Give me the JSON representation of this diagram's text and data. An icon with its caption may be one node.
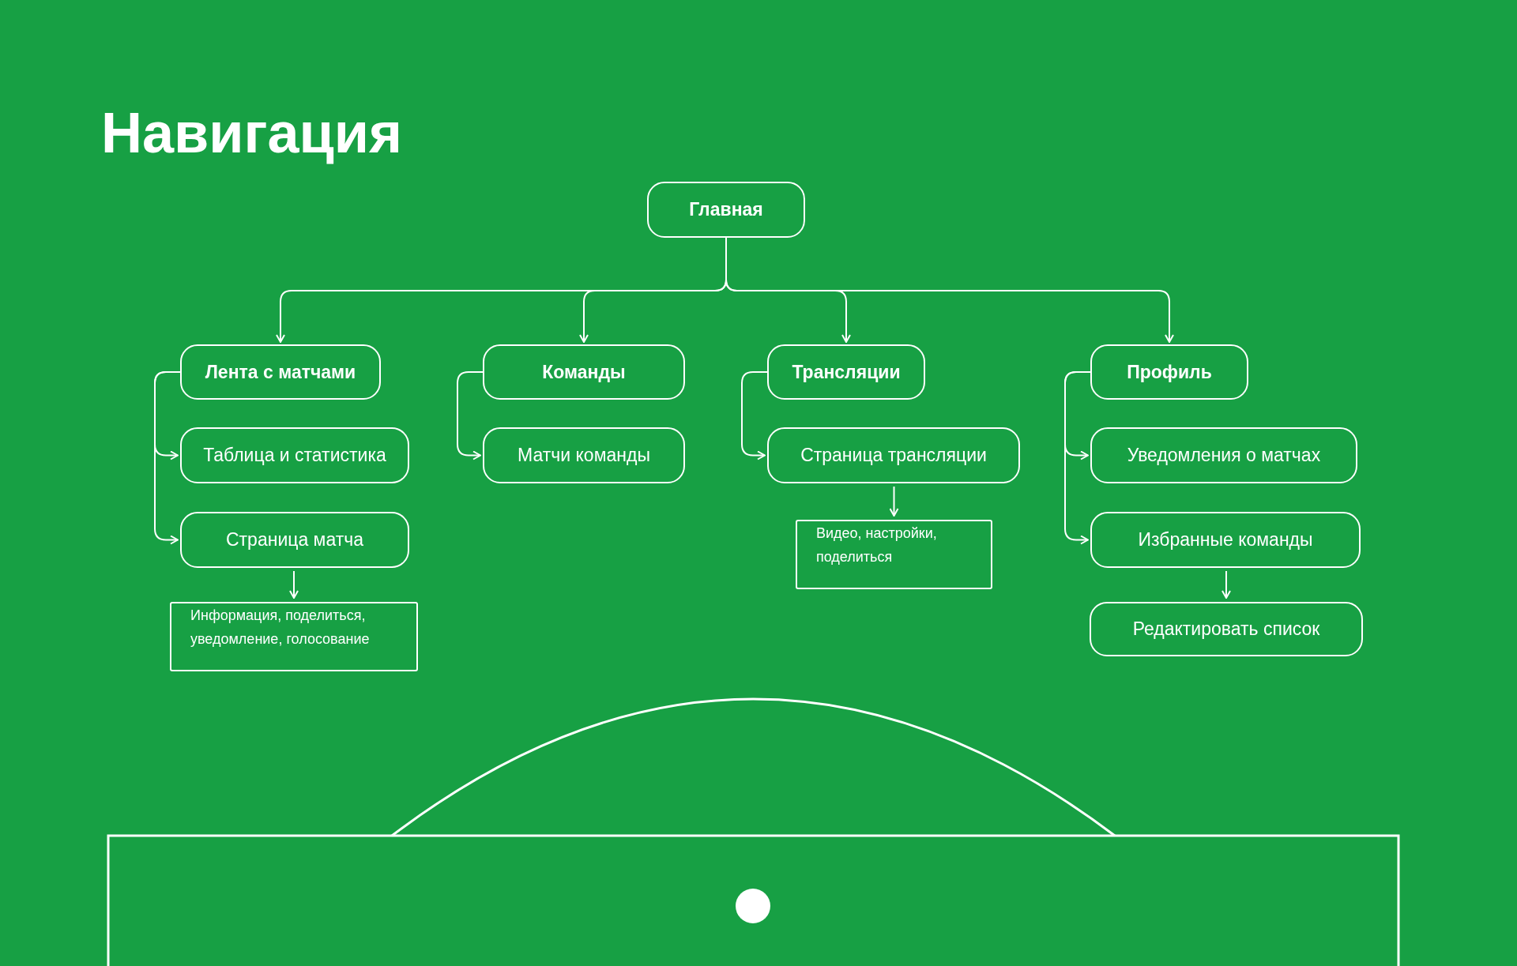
{
  "diagram": {
    "title": "Навигация",
    "nodes": [
      {
        "text": [
          "Главная"
        ]
      },
      {
        "text": [
          "Лента с матчами"
        ]
      },
      {
        "text": [
          "Таблица и статистика"
        ]
      },
      {
        "text": [
          "Страница матча"
        ]
      },
      {
        "text": [
          "Информация, поделиться, уведомление, голосование"
        ]
      },
      {
        "text": [
          "Команды"
        ]
      },
      {
        "text": [
          "Матчи команды"
        ]
      },
      {
        "text": [
          "Трансляции"
        ]
      },
      {
        "text": [
          "Страница трансляции"
        ]
      },
      {
        "text": [
          "Видео, настройки, поделиться"
        ]
      },
      {
        "text": [
          "Профиль"
        ]
      },
      {
        "text": [
          "Уведомления о матчах"
        ]
      },
      {
        "text": [
          "Избранные команды"
        ]
      },
      {
        "text": [
          "Редактировать список"
        ]
      }
    ],
    "edges": [
      {
        "from": 0,
        "to": 1,
        "arrow": "to"
      },
      {
        "from": 0,
        "to": 5,
        "arrow": "to"
      },
      {
        "from": 0,
        "to": 7,
        "arrow": "to"
      },
      {
        "from": 0,
        "to": 10,
        "arrow": "to"
      },
      {
        "from": 1,
        "to": 2,
        "arrow": "to"
      },
      {
        "from": 1,
        "to": 3,
        "arrow": "to"
      },
      {
        "from": 3,
        "to": 4,
        "arrow": "to"
      },
      {
        "from": 5,
        "to": 6,
        "arrow": "to"
      },
      {
        "from": 7,
        "to": 8,
        "arrow": "to"
      },
      {
        "from": 8,
        "to": 9,
        "arrow": "to"
      },
      {
        "from": 10,
        "to": 11,
        "arrow": "to"
      },
      {
        "from": 10,
        "to": 12,
        "arrow": "to"
      },
      {
        "from": 12,
        "to": 13,
        "arrow": "to"
      }
    ]
  }
}
